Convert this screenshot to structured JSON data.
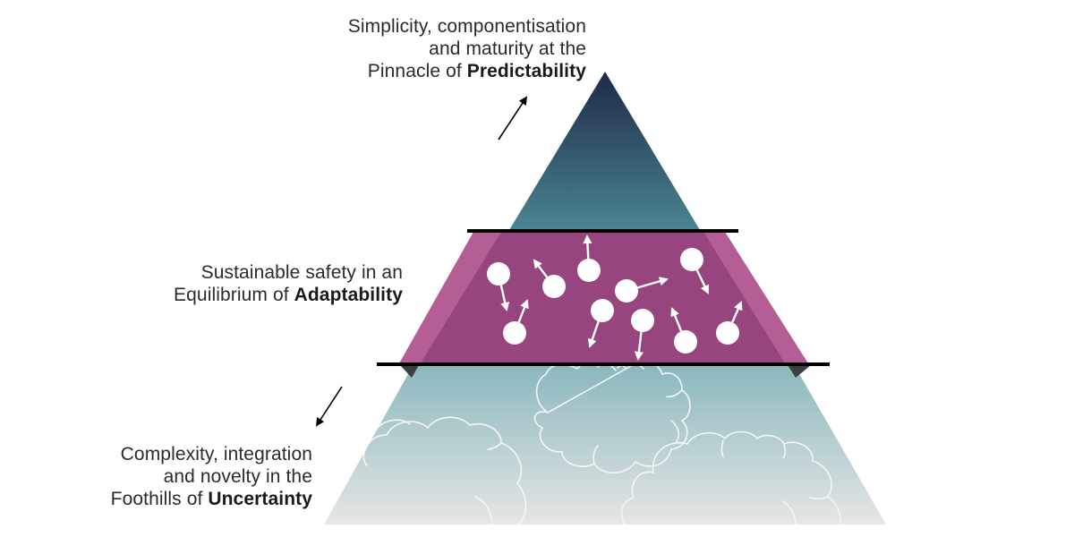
{
  "diagram": {
    "title": "Pyramid of Predictability, Adaptability and Uncertainty",
    "levels": [
      {
        "id": "top",
        "lines": [
          "Simplicity, componentisation",
          "and maturity at the"
        ],
        "last_prefix": "Pinnacle of ",
        "keyword": "Predictability",
        "arrow_direction": "up"
      },
      {
        "id": "middle",
        "lines": [
          "Sustainable safety in an"
        ],
        "last_prefix": "Equilibrium of ",
        "keyword": "Adaptability",
        "particle_count": 10
      },
      {
        "id": "bottom",
        "lines": [
          "Complexity, integration",
          "and novelty in the"
        ],
        "last_prefix": "Foothills of ",
        "keyword": "Uncertainty",
        "arrow_direction": "down"
      }
    ]
  },
  "colors": {
    "apex_dark": "#1e2a47",
    "apex_light": "#4a8591",
    "band_purple": "#96457e",
    "band_edge": "#b55d95",
    "base_top": "#8bb8bd",
    "base_bottom": "#e6e6e6",
    "divider": "#000000",
    "particle": "#ffffff"
  }
}
